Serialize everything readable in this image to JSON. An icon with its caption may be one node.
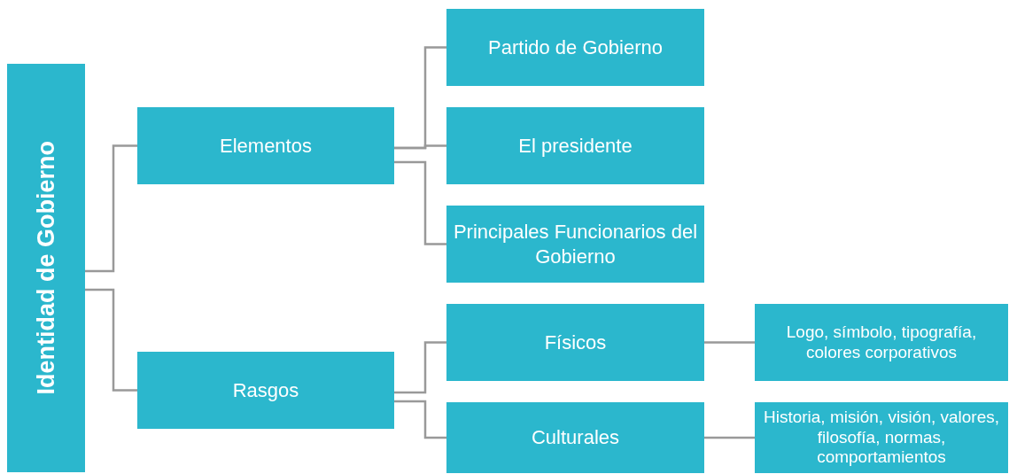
{
  "diagram": {
    "nodes": [
      {
        "text": [
          "Identidad de Gobierno"
        ]
      },
      {
        "text": [
          "Elementos"
        ]
      },
      {
        "text": [
          "Rasgos"
        ]
      },
      {
        "text": [
          "Partido de Gobierno"
        ]
      },
      {
        "text": [
          "El presidente"
        ]
      },
      {
        "text": [
          "Principales Funcionarios del Gobierno"
        ]
      },
      {
        "text": [
          "Físicos"
        ]
      },
      {
        "text": [
          "Culturales"
        ]
      },
      {
        "text": [
          "Logo, símbolo, tipografía, colores corporativos"
        ]
      },
      {
        "text": [
          "Historia, misión, visión, valores, filosofía, normas, comportamientos"
        ]
      }
    ],
    "edges": [
      {
        "from": 0,
        "to": 1,
        "arrow": "none"
      },
      {
        "from": 0,
        "to": 2,
        "arrow": "none"
      },
      {
        "from": 1,
        "to": 3,
        "arrow": "none"
      },
      {
        "from": 1,
        "to": 4,
        "arrow": "none"
      },
      {
        "from": 1,
        "to": 5,
        "arrow": "none"
      },
      {
        "from": 2,
        "to": 6,
        "arrow": "none"
      },
      {
        "from": 2,
        "to": 7,
        "arrow": "none"
      },
      {
        "from": 6,
        "to": 8,
        "arrow": "none"
      },
      {
        "from": 7,
        "to": 9,
        "arrow": "none"
      }
    ]
  }
}
